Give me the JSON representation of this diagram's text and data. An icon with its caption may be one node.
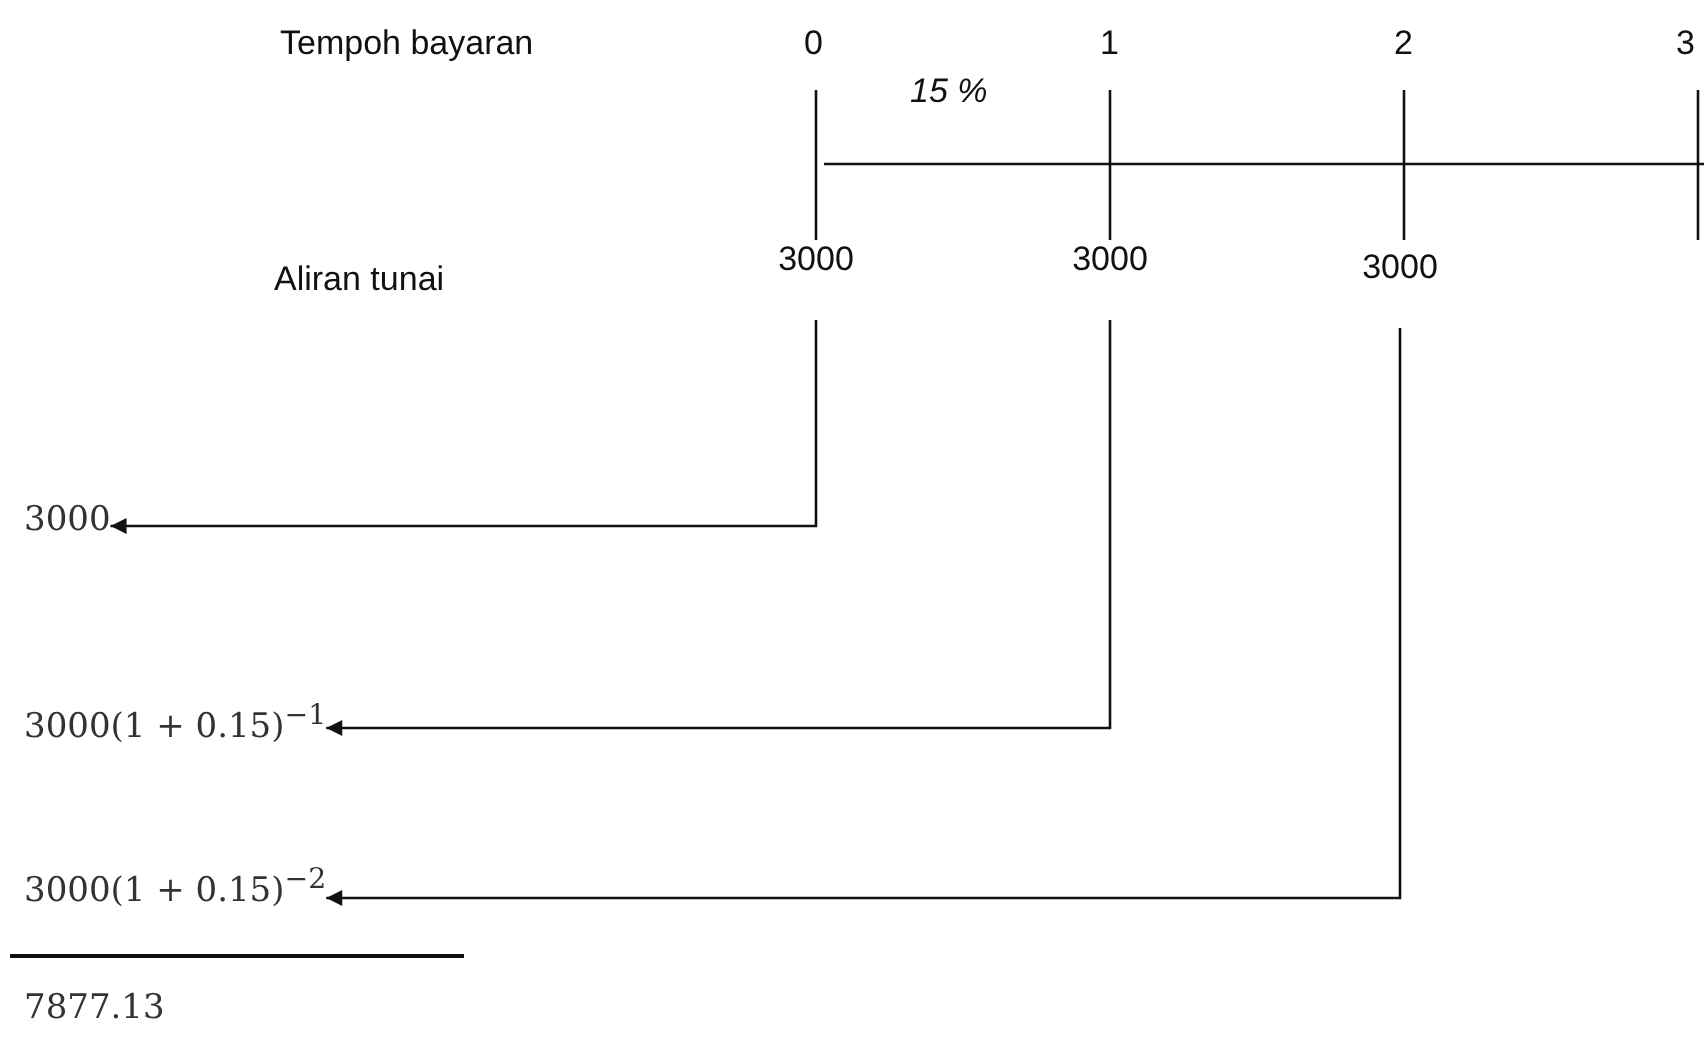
{
  "diagram": {
    "nodes": [
      {
        "text": [
          "3000"
        ]
      },
      {
        "text": [
          "3000"
        ]
      },
      {
        "text": [
          "3000"
        ]
      },
      {
        "text": [
          "3000"
        ]
      },
      {
        "text": [
          "3000(1 + 0.15)$^{−1}$"
        ]
      },
      {
        "text": [
          "3000(1 + 0.15)$^{−2}$"
        ]
      }
    ],
    "edges": [
      {
        "from": 0,
        "to": 3,
        "arrow": "to"
      },
      {
        "from": 1,
        "to": 4,
        "arrow": "to"
      },
      {
        "from": 2,
        "to": 5,
        "arrow": "to"
      }
    ],
    "labels": [
      "Tempoh bayaran",
      "0",
      "1",
      "2",
      "3",
      "15 %",
      "Aliran tunai",
      "7877.13"
    ]
  }
}
